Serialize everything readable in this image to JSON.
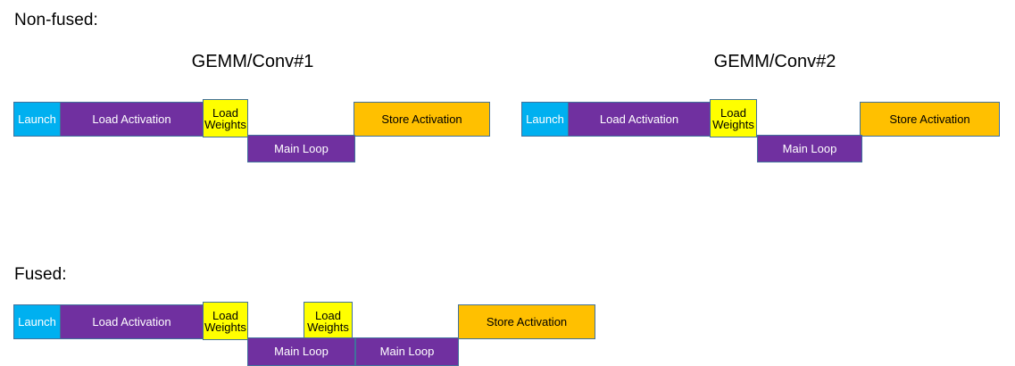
{
  "sections": [
    {
      "label": "Non-fused:",
      "groups": [
        {
          "title": "GEMM/Conv#1",
          "bars": [
            {
              "name": "launch",
              "text": "Launch",
              "color": "#00B0F0"
            },
            {
              "name": "load-activation",
              "text": "Load Activation",
              "color": "#7030A0"
            },
            {
              "name": "load-weights",
              "text": "Load Weights",
              "color": "#FFFF00"
            },
            {
              "name": "store-activation",
              "text": "Store Activation",
              "color": "#FFC000"
            },
            {
              "name": "main-loop",
              "text": "Main Loop",
              "color": "#7030A0"
            }
          ]
        },
        {
          "title": "GEMM/Conv#2",
          "bars": [
            {
              "name": "launch",
              "text": "Launch",
              "color": "#00B0F0"
            },
            {
              "name": "load-activation",
              "text": "Load Activation",
              "color": "#7030A0"
            },
            {
              "name": "load-weights",
              "text": "Load Weights",
              "color": "#FFFF00"
            },
            {
              "name": "store-activation",
              "text": "Store Activation",
              "color": "#FFC000"
            },
            {
              "name": "main-loop",
              "text": "Main Loop",
              "color": "#7030A0"
            }
          ]
        }
      ]
    },
    {
      "label": "Fused:",
      "groups": [
        {
          "title": "",
          "bars": [
            {
              "name": "launch",
              "text": "Launch",
              "color": "#00B0F0"
            },
            {
              "name": "load-activation",
              "text": "Load Activation",
              "color": "#7030A0"
            },
            {
              "name": "load-weights-1",
              "text": "Load Weights",
              "color": "#FFFF00"
            },
            {
              "name": "load-weights-2",
              "text": "Load Weights",
              "color": "#FFFF00"
            },
            {
              "name": "store-activation",
              "text": "Store Activation",
              "color": "#FFC000"
            },
            {
              "name": "main-loop-1",
              "text": "Main Loop",
              "color": "#7030A0"
            },
            {
              "name": "main-loop-2",
              "text": "Main Loop",
              "color": "#7030A0"
            }
          ]
        }
      ]
    }
  ],
  "labels": {
    "non_fused": "Non-fused:",
    "fused": "Fused:",
    "gemm_conv_1": "GEMM/Conv#1",
    "gemm_conv_2": "GEMM/Conv#2",
    "launch": "Launch",
    "load_activation": "Load Activation",
    "load_weights": "Load Weights",
    "store_activation": "Store Activation",
    "main_loop": "Main Loop"
  },
  "colors": {
    "launch": "#00B0F0",
    "compute": "#7030A0",
    "weights": "#FFFF00",
    "store": "#FFC000",
    "border": "#41719C",
    "background": "#FFFFFF",
    "text_dark": "#000000",
    "text_light": "#FFFFFF"
  }
}
